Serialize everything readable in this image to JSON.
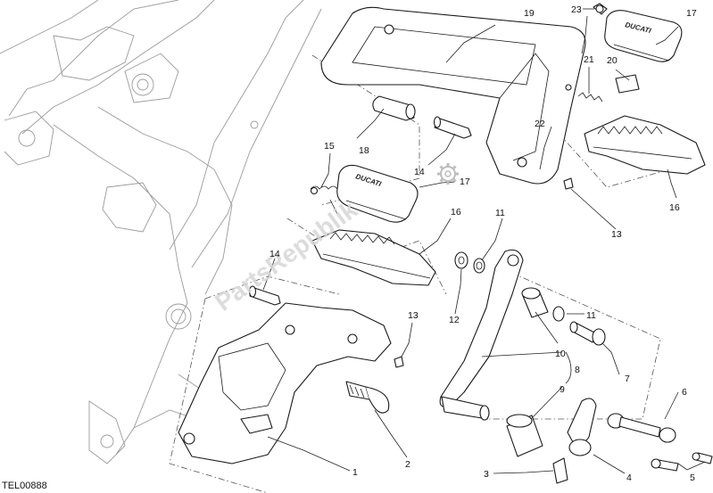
{
  "drawing_code": "TEL00888",
  "watermark": "PartsRepublik",
  "brand_mark": "DUCATI",
  "callouts": {
    "c1": "1",
    "c2": "2",
    "c3": "3",
    "c4": "4",
    "c5": "5",
    "c6": "6",
    "c7": "7",
    "c8": "8",
    "c9": "9",
    "c10": "10",
    "c11a": "11",
    "c11b": "11",
    "c12": "12",
    "c13a": "13",
    "c13b": "13",
    "c14a": "14",
    "c14b": "14",
    "c15": "15",
    "c16a": "16",
    "c16b": "16",
    "c17a": "17",
    "c17b": "17",
    "c18": "18",
    "c19": "19",
    "c20": "20",
    "c21": "21",
    "c22": "22",
    "c23": "23"
  },
  "icons": {
    "watermark_gear": "gear-icon"
  }
}
